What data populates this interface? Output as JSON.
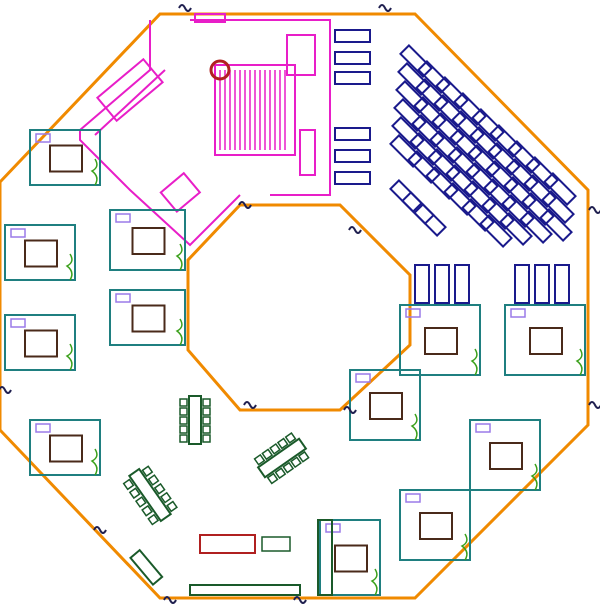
{
  "colors": {
    "exterior_wall": "#f08a00",
    "stage": "#e81ec8",
    "bunks": "#1a1a8c",
    "rooms": "#1f7f80",
    "furniture": "#9a7ae8",
    "beds": "#4a2a1a",
    "plants": "#3aa01a",
    "tables": "#1a5a2a",
    "doors": "#202050",
    "kitchen": "#b02020"
  },
  "plan": {
    "bunk_rows": 6,
    "patient_rooms": 12,
    "meeting_tables": 3
  }
}
